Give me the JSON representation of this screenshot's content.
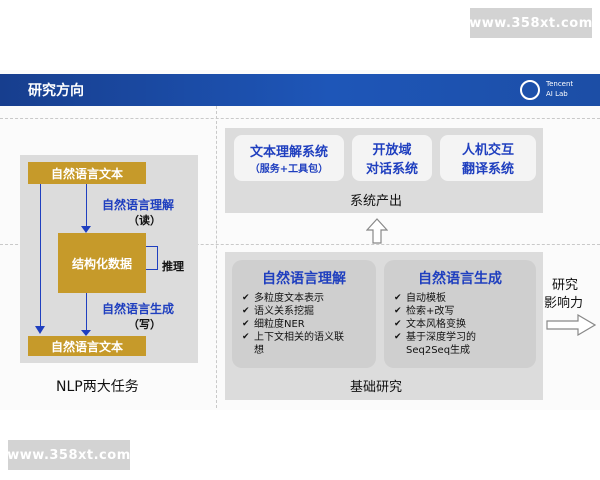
{
  "watermark": {
    "top": "www.358xt.com",
    "bottom": "www.358xt.com"
  },
  "header": {
    "title": "研究方向",
    "logo_line1": "Tencent",
    "logo_line2": "AI Lab"
  },
  "left": {
    "box_top": "自然语言文本",
    "understand": "自然语言理解",
    "understand_note": "（读）",
    "structured": "结构化数据",
    "reasoning": "推理",
    "generate": "自然语言生成",
    "generate_note": "（写）",
    "box_bottom": "自然语言文本",
    "caption": "NLP两大任务"
  },
  "systems": {
    "cards": [
      {
        "line1": "文本理解系统",
        "line2": "（服务+工具包）"
      },
      {
        "line1": "开放域",
        "line2": "对话系统"
      },
      {
        "line1": "人机交互",
        "line2": "翻译系统"
      }
    ],
    "caption": "系统产出"
  },
  "research": {
    "understanding": {
      "title": "自然语言理解",
      "items": [
        "多粒度文本表示",
        "语义关系挖掘",
        "细粒度NER",
        "上下文相关的语义联",
        "想"
      ]
    },
    "generation": {
      "title": "自然语言生成",
      "items": [
        "自动模板",
        "检索+改写",
        "文本风格变换",
        "基于深度学习的",
        "Seq2Seq生成"
      ]
    },
    "caption": "基础研究"
  },
  "impact": {
    "line1": "研究",
    "line2": "影响力"
  },
  "colors": {
    "header": "#1e56b8",
    "gold": "#c69a2a",
    "accent_text": "#1f3fbf"
  }
}
